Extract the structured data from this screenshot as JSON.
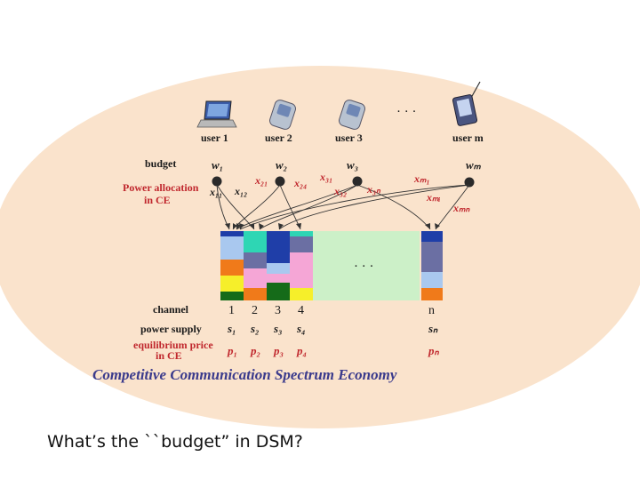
{
  "users": [
    {
      "label": "user 1",
      "weight": "w₁"
    },
    {
      "label": "user 2",
      "weight": "w₂"
    },
    {
      "label": "user 3",
      "weight": "w₃"
    },
    {
      "label": "user m",
      "weight": "wₘ"
    }
  ],
  "dots_top": "· · ·",
  "dots_mid": "· · ·",
  "row_labels": {
    "budget": "budget",
    "power_allocation": [
      "Power allocation",
      "in CE"
    ],
    "channel": "channel",
    "power_supply": "power supply",
    "eq_price": [
      "equilibrium price",
      "in CE"
    ]
  },
  "alloc_vars": [
    "x₁₁",
    "x₁₂",
    "x₂₁",
    "x₂₄",
    "x₃₁",
    "x₃₂",
    "x₃ₙ",
    "xₘ₁",
    "xₘᵢ",
    "xₘₙ"
  ],
  "channels": [
    "1",
    "2",
    "3",
    "4",
    "n"
  ],
  "supplies": [
    "s₁",
    "s₂",
    "s₃",
    "s₄",
    "sₙ"
  ],
  "prices": [
    "p₁",
    "p₂",
    "p₃",
    "p₄",
    "pₙ"
  ],
  "caption": "Competitive Communication Spectrum Economy",
  "question": "What’s the ``budget” in DSM?",
  "colors": {
    "ellipse": "#fae3cc",
    "caption": "#3a3a8c",
    "red_label": "#c0272d",
    "light_green": "#ccf0c8"
  }
}
